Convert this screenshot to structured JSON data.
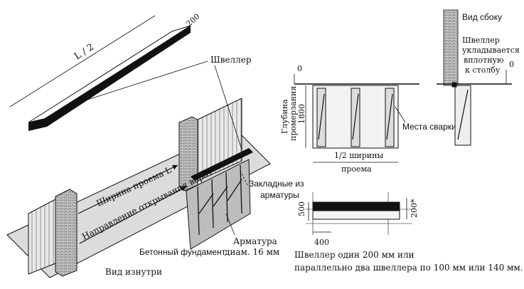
{
  "labels": {
    "beam_length": "L / 2",
    "beam_width": "200",
    "channel": "Швеллер",
    "opening_width": "Ширина проема L",
    "opening_direction": "Направление открывания ворот",
    "embedded_parts_1": "Закладные из",
    "embedded_parts_2": "арматуры",
    "rebar_1": "Арматура",
    "rebar_2": "диам. 16 мм",
    "concrete_foundation": "Бетонный фундамент",
    "inside_view": "Вид изнутри",
    "zero_left": "0",
    "frost_depth_1": "Глубина",
    "frost_depth_2": "промерзания",
    "frost_depth_value": "1800",
    "half_width_1": "1/2 ширины",
    "half_width_2": "проема",
    "weld_points": "Места сварки",
    "side_view": "Вид сбоку",
    "channel_flush_1": "Швеллер",
    "channel_flush_2": "укладывается",
    "channel_flush_3": "вплотную",
    "channel_flush_4": "к столбу",
    "zero_right": "0",
    "dim_500": "500",
    "dim_200": "200*",
    "dim_400": "400",
    "footnote_1": "Швеллер один 200 мм или",
    "footnote_2": "параллельно два швеллера по 100 мм или 140 мм."
  },
  "colors": {
    "ink": "#111111",
    "ground": "#d6d6d6",
    "post": "#bcbcbc",
    "hatch": "#555555"
  }
}
